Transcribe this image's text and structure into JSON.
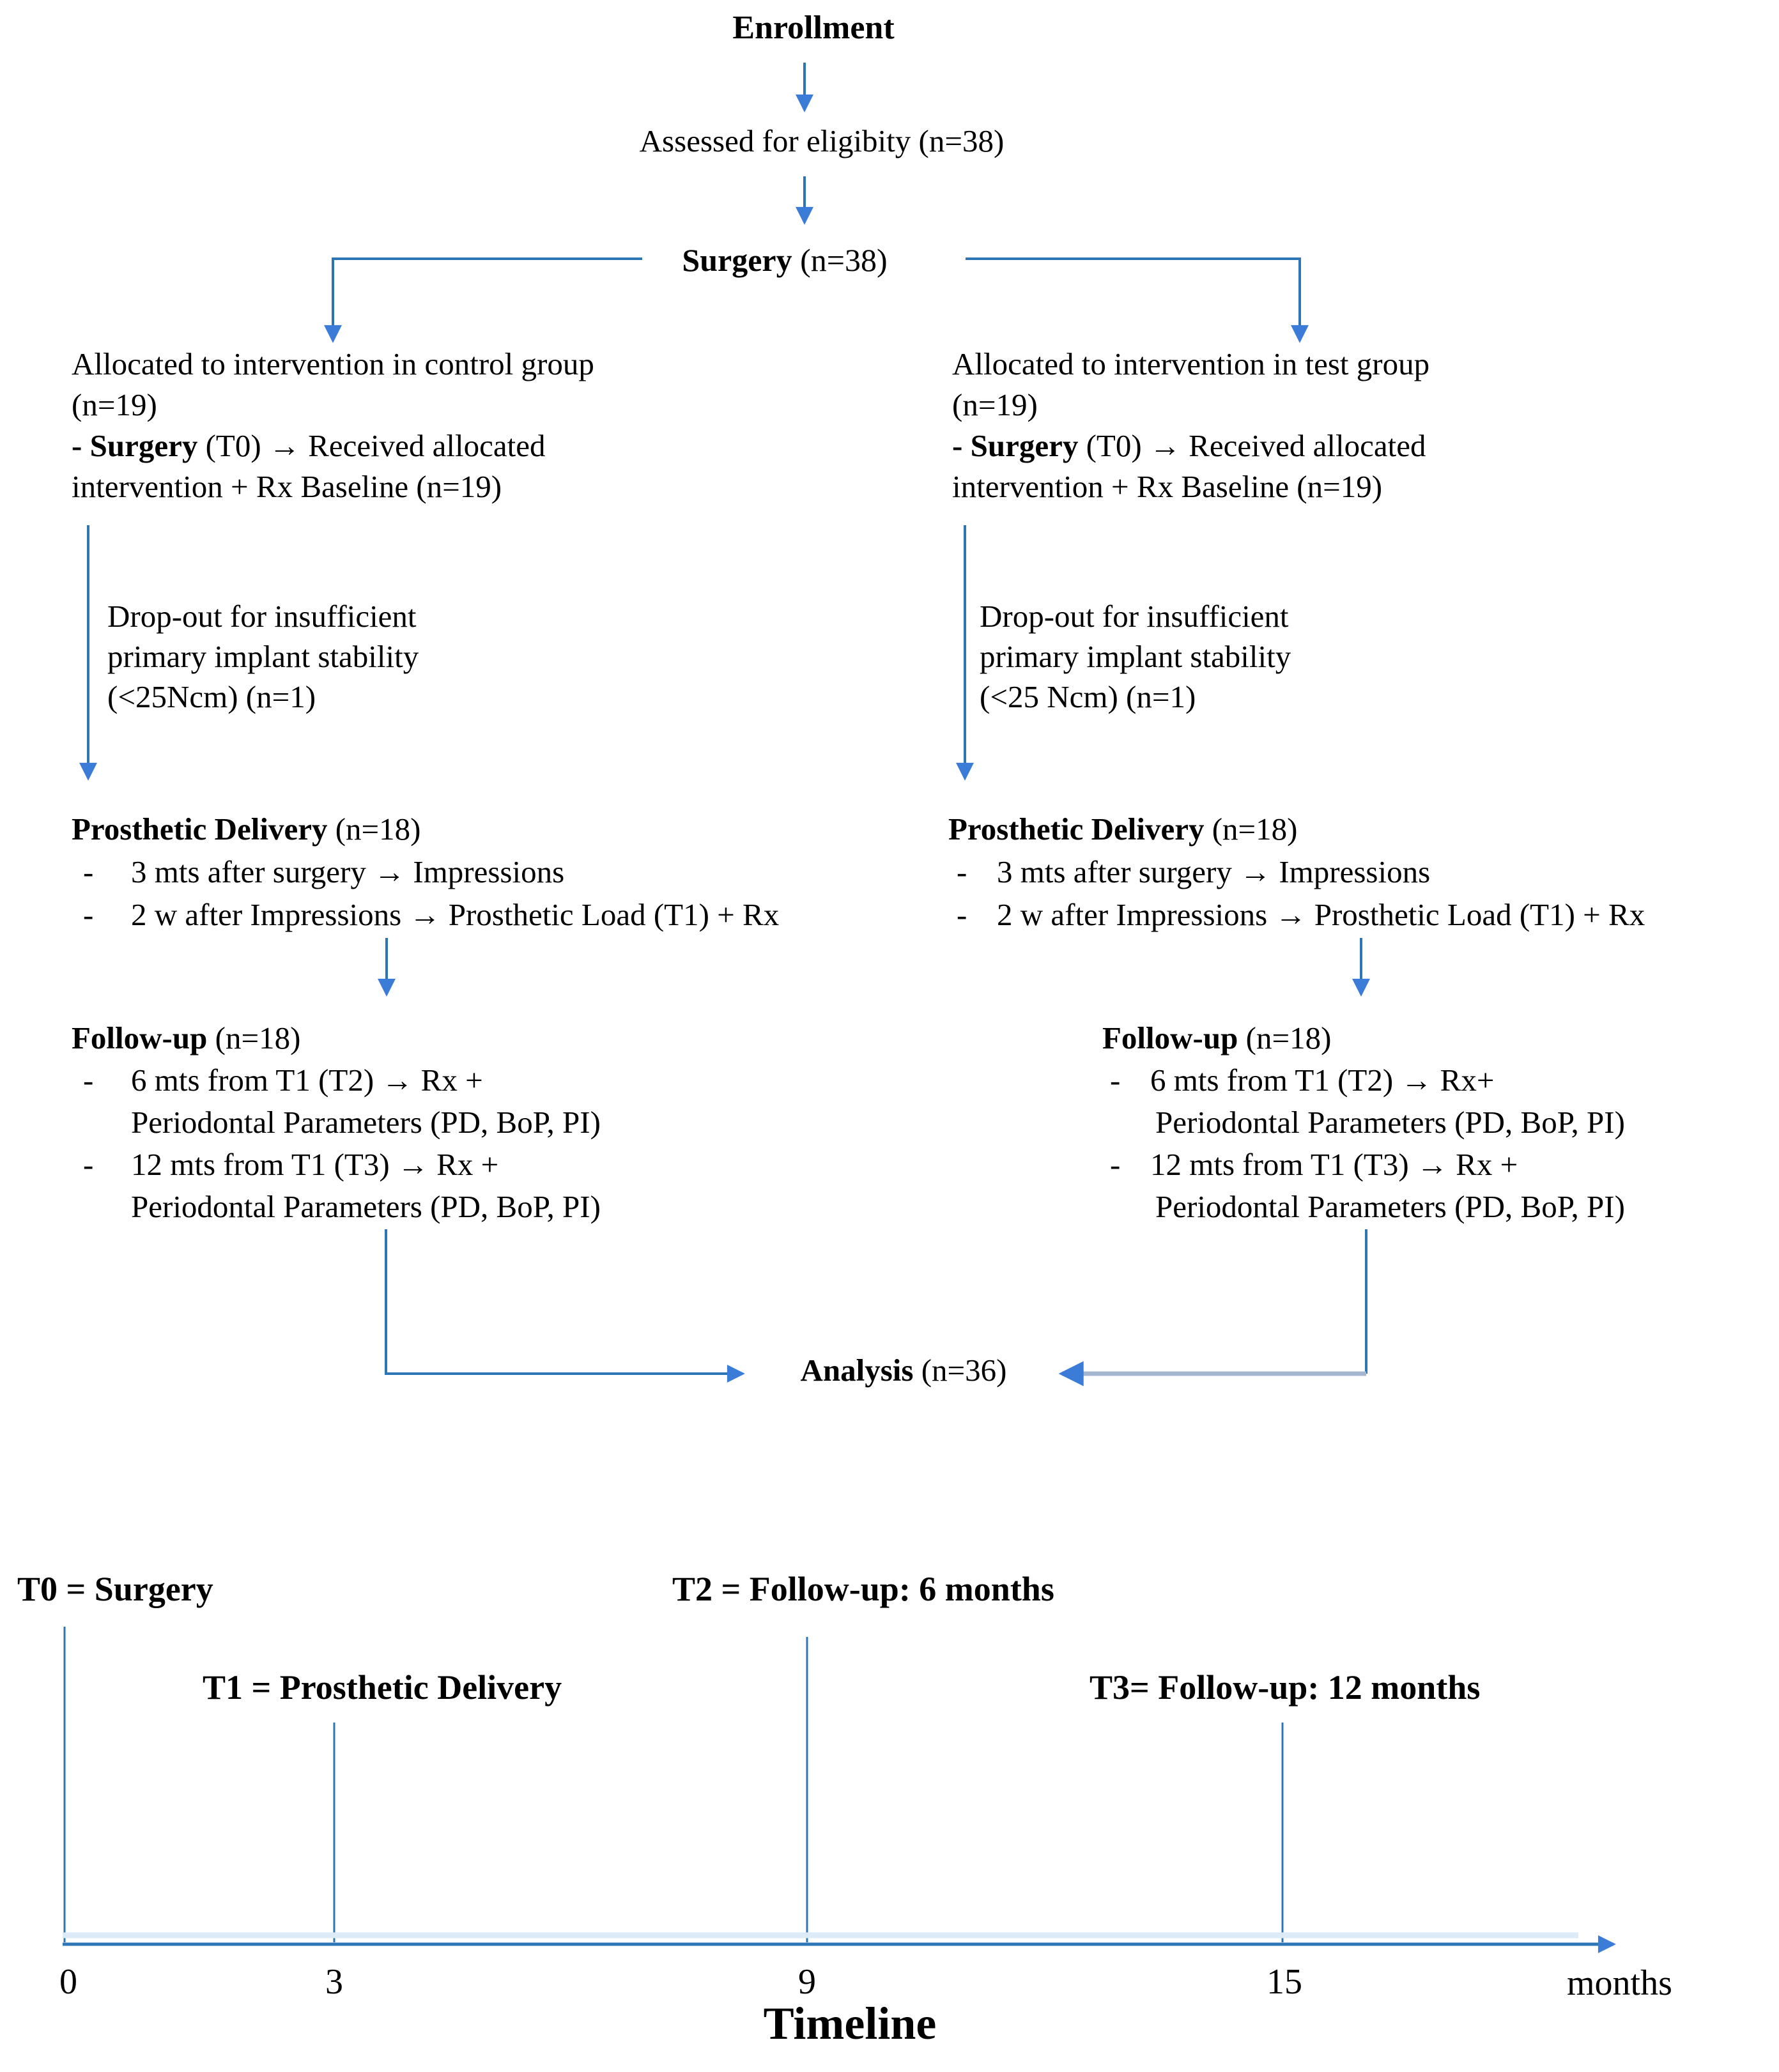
{
  "colors": {
    "flow_blue": "#2E75B6",
    "arrow_blue": "#3B7CD8",
    "muted_blue": "#A4B6D0",
    "pale_blue": "#DDEAF7",
    "text": "#000000",
    "background": "#FFFFFF"
  },
  "top": {
    "enrollment": "Enrollment",
    "assessed": "Assessed for eligibity (n=38)",
    "surgery_bold": "Surgery",
    "surgery_tail": " (n=38)"
  },
  "glyphs": {
    "dash": "-"
  },
  "control": {
    "alloc1": "Allocated to intervention in control group",
    "alloc2": "(n=19)",
    "alloc3_bold": "- Surgery",
    "alloc3_tail": " (T0) → Received allocated",
    "alloc4": "intervention + Rx Baseline (n=19)",
    "drop1": "Drop-out for insufficient",
    "drop2": "primary implant stability",
    "drop3": "(<25Ncm) (n=1)",
    "pd_bold": "Prosthetic Delivery",
    "pd_tail": " (n=18)",
    "pd_b1": "3 mts after surgery → Impressions",
    "pd_b2": "2 w after Impressions → Prosthetic Load (T1) + Rx",
    "fu_bold": "Follow-up",
    "fu_tail": " (n=18)",
    "fu_b1a": "6 mts from T1 (T2) → Rx +",
    "fu_b1b": "Periodontal Parameters (PD, BoP, PI)",
    "fu_b2a": "12 mts from T1 (T3) → Rx +",
    "fu_b2b": "Periodontal Parameters (PD, BoP, PI)"
  },
  "test": {
    "alloc1": "Allocated to intervention in test group",
    "alloc2": "(n=19)",
    "alloc3_bold": "- Surgery",
    "alloc3_tail": " (T0) → Received allocated",
    "alloc4": "intervention + Rx Baseline (n=19)",
    "drop1": "Drop-out for insufficient",
    "drop2": "primary implant stability",
    "drop3": "(<25 Ncm) (n=1)",
    "pd_bold": "Prosthetic Delivery",
    "pd_tail": " (n=18)",
    "pd_b1": "3 mts after surgery → Impressions",
    "pd_b2": "2 w after Impressions → Prosthetic Load (T1) + Rx",
    "fu_bold": "Follow-up",
    "fu_tail": " (n=18)",
    "fu_b1a": "6 mts from T1 (T2) → Rx+",
    "fu_b1b": "Periodontal Parameters (PD, BoP, PI)",
    "fu_b2a": "12 mts from T1 (T3) → Rx +",
    "fu_b2b": "Periodontal Parameters (PD, BoP, PI)"
  },
  "analysis": {
    "bold": "Analysis",
    "tail": " (n=36)"
  },
  "timeline": {
    "t0": "T0 = Surgery",
    "t1": "T1 = Prosthetic Delivery",
    "t2": "T2 = Follow-up: 6 months",
    "t3": "T3= Follow-up: 12 months",
    "tick0": "0",
    "tick3": "3",
    "tick9": "9",
    "tick15": "15",
    "unit": "months",
    "title": "Timeline"
  }
}
